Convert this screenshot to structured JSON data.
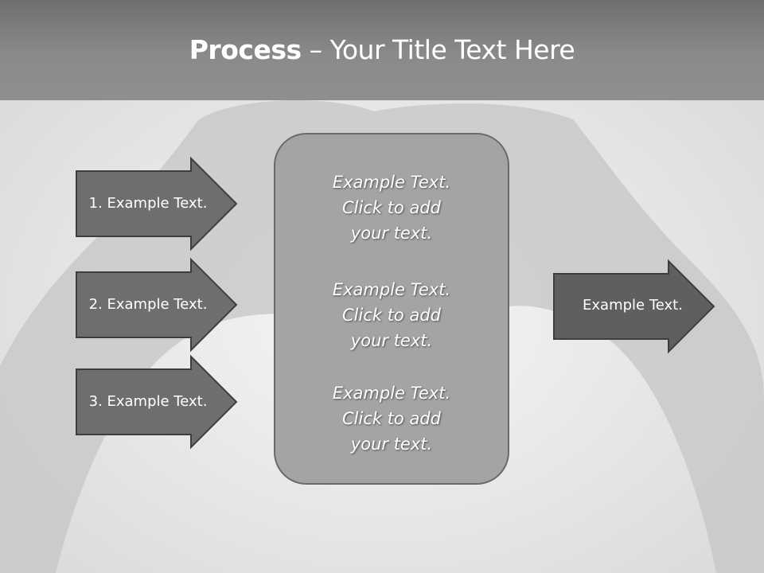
{
  "slide": {
    "title_bold": "Process",
    "title_rest": " – Your Title Text Here"
  },
  "input_arrows": [
    {
      "label": "1. Example Text."
    },
    {
      "label": "2. Example Text."
    },
    {
      "label": "3. Example Text."
    }
  ],
  "center_box": {
    "blocks": [
      {
        "line1": "Example Text.",
        "line2": "Click  to add",
        "line3": "your text."
      },
      {
        "line1": "Example Text.",
        "line2": "Click  to add",
        "line3": "your text."
      },
      {
        "line1": "Example Text.",
        "line2": "Click  to add",
        "line3": "your text."
      }
    ]
  },
  "output_arrow": {
    "label": "Example Text."
  },
  "colors": {
    "arrow_fill": "#6e6e6e",
    "output_arrow_fill": "#5f5f5f",
    "box_fill": "#a4a4a4",
    "outline": "#3e3e3e"
  }
}
